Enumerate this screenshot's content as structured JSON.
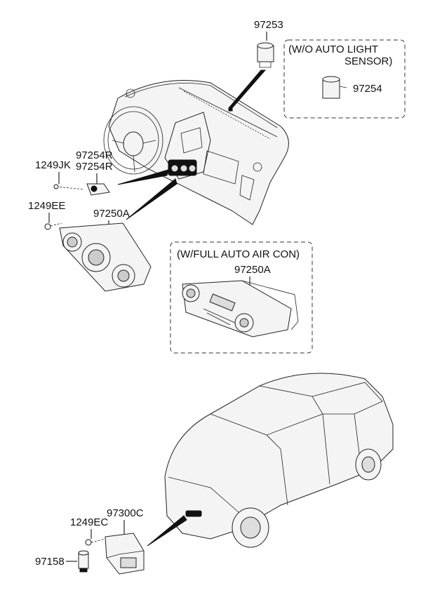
{
  "callouts": {
    "sensor_top": "97253",
    "sensor_alt": "97254",
    "switch_r1": "97254R",
    "switch_r2": "97254R",
    "screw_jk": "1249JK",
    "screw_ee": "1249EE",
    "control_manual": "97250A",
    "control_auto": "97250A",
    "module": "97300C",
    "screw_ec": "1249EC",
    "sensor_small": "97158"
  },
  "boxes": {
    "light_sensor_line1": "(W/O AUTO LIGHT",
    "light_sensor_line2": "SENSOR)",
    "aircon": "(W/FULL AUTO AIR CON)"
  }
}
